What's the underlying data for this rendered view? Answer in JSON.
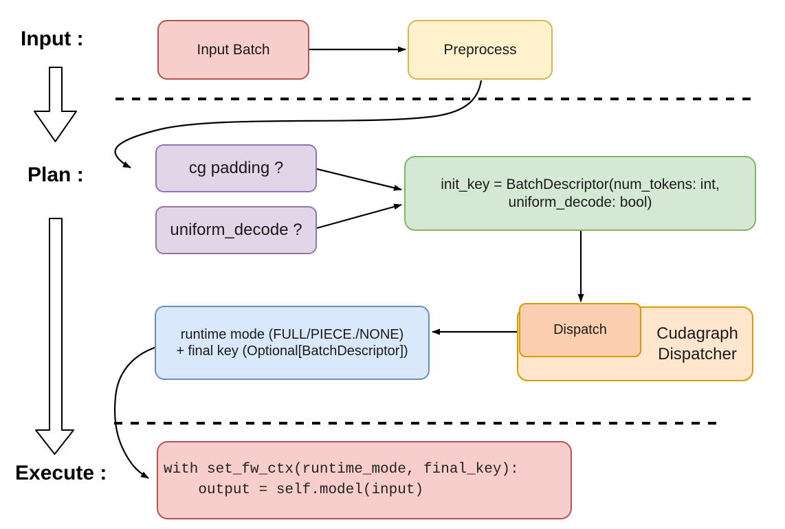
{
  "canvas": {
    "background": "#ffffff",
    "edge_color": "#000000"
  },
  "labels": {
    "input": "Input :",
    "plan": "Plan :",
    "execute": "Execute :"
  },
  "nodes": {
    "input_batch": {
      "label": "Input Batch",
      "fill": "#F8CECC",
      "stroke": "#B85450"
    },
    "preprocess": {
      "label": "Preprocess",
      "fill": "#FFF2CC",
      "stroke": "#D6B656"
    },
    "cg_padding": {
      "label": "cg padding ?",
      "fill": "#E1D5E7",
      "stroke": "#9673A6"
    },
    "uniform_decode": {
      "label": "uniform_decode ?",
      "fill": "#E1D5E7",
      "stroke": "#9673A6"
    },
    "init_key": {
      "line1": "init_key = BatchDescriptor(num_tokens: int,",
      "line2": "uniform_decode: bool)",
      "fill": "#D5E8D4",
      "stroke": "#82B366"
    },
    "dispatch": {
      "label": "Dispatch",
      "fill": "#F9CFB0",
      "stroke": "#D79B00"
    },
    "cudagraph_dispatcher": {
      "line1": "Cudagraph",
      "line2": "Dispatcher",
      "fill": "#FFE6CC",
      "stroke": "#D79B00"
    },
    "runtime_key": {
      "line1": "runtime mode (FULL/PIECE./NONE)",
      "line2": "+ final key (Optional[BatchDescriptor])",
      "fill": "#DAE8FC",
      "stroke": "#6C8EBF"
    },
    "execute_code": {
      "line1": "with set_fw_ctx(runtime_mode, final_key):",
      "line2": "    output = self.model(input)",
      "fill": "#F8CECC",
      "stroke": "#B85450"
    }
  }
}
